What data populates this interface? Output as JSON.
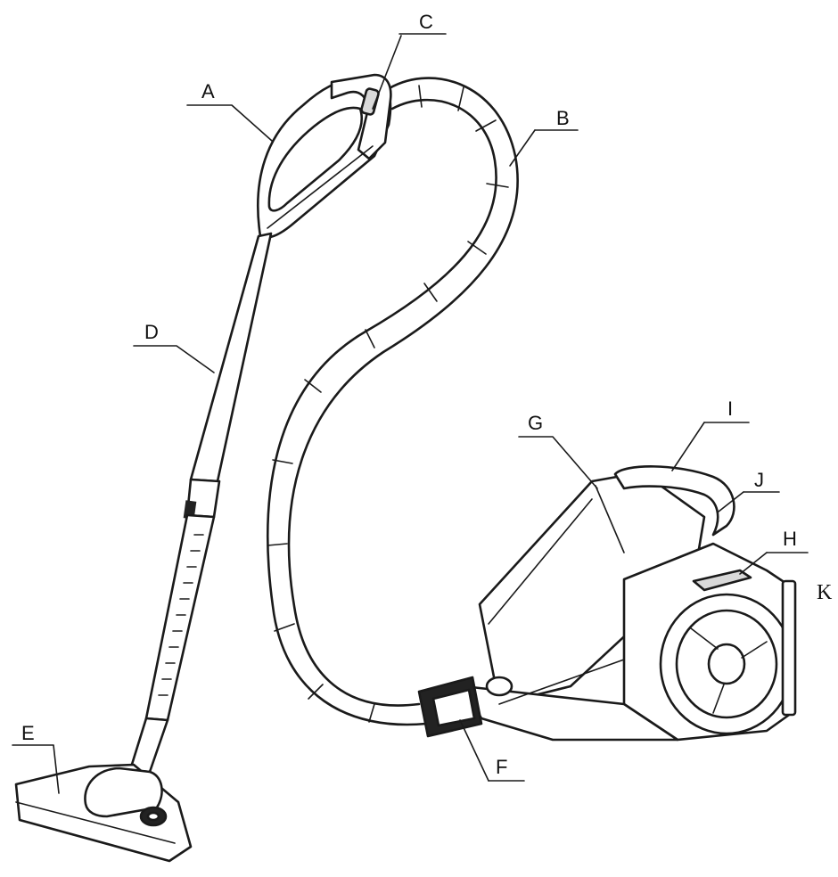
{
  "diagram": {
    "labels": {
      "a": "A",
      "b": "B",
      "c": "C",
      "d": "D",
      "e": "E",
      "f": "F",
      "g": "G",
      "h": "H",
      "i": "I",
      "j": "J",
      "k": "K"
    }
  }
}
